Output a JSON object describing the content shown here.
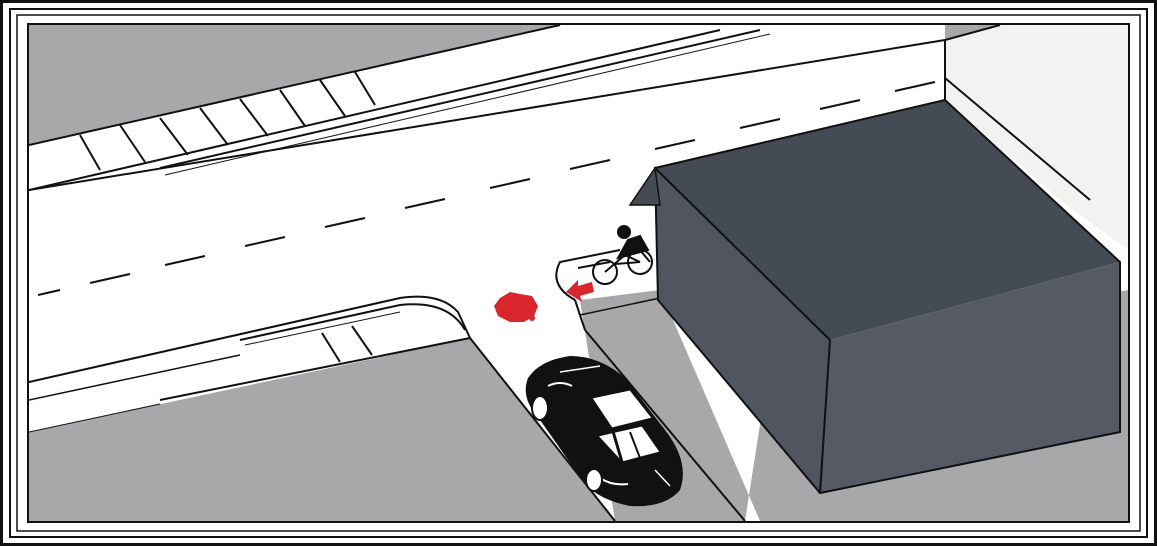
{
  "diagram": {
    "kind": "traffic-scene-illustration",
    "elements": [
      "main-road",
      "side-street",
      "sidewalks",
      "crosswalks",
      "building",
      "car",
      "cyclist",
      "collision-point-marker",
      "direction-arrow"
    ],
    "colors": {
      "ground": "#a8a8aa",
      "road": "#ffffff",
      "building_front": "#505560",
      "building_top": "#454b55",
      "building_side": "#f2f2f0",
      "marker": "#d8262c",
      "car": "#111111",
      "frame": "#111111"
    }
  }
}
